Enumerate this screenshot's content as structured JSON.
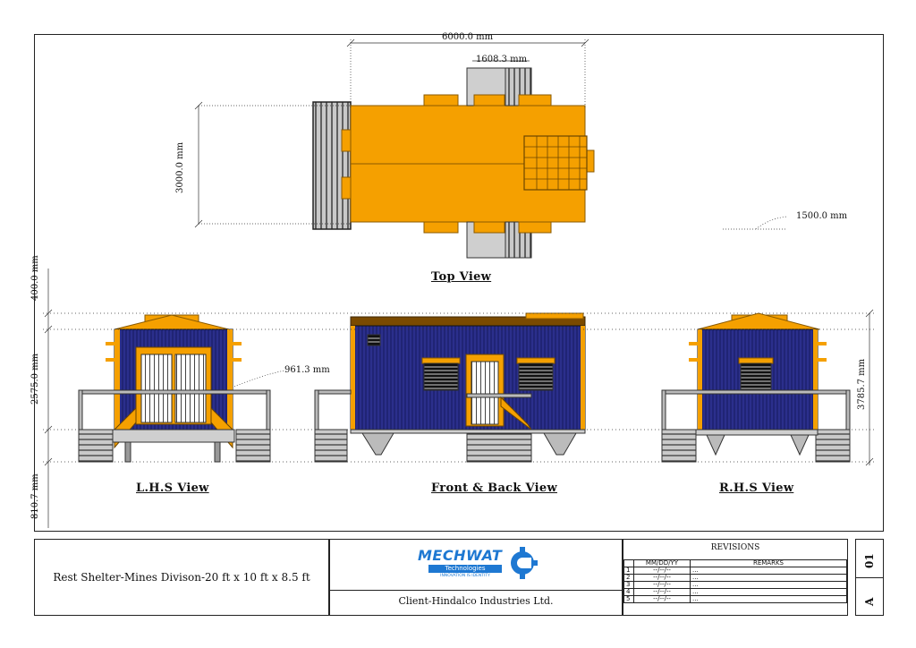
{
  "dimensions": {
    "overall_length": "6000.0 mm",
    "stair_width_top": "1608.3 mm",
    "overall_width": "3000.0 mm",
    "rhs_stair_length": "1500.0 mm",
    "roof_height": "400.0 mm",
    "wall_height": "2575.0 mm",
    "stair_depth": "961.3 mm",
    "total_height": "3785.7 mm",
    "base_height": "810.7 mm"
  },
  "views": {
    "top": "Top View",
    "lhs": "L.H.S View",
    "front_back": "Front & Back View",
    "rhs": "R.H.S View"
  },
  "title_block": {
    "title": "Rest Shelter-Mines Divison-20 ft x 10 ft x 8.5 ft",
    "logo_name": "MECHWAT",
    "logo_sub": "Technologies",
    "logo_tagline": "INNOVATION IS IDENTITY",
    "client": "Client-Hindalco Industries Ltd.",
    "revisions_heading": "REVISIONS",
    "rev_col_date": "MM/DD/YY",
    "rev_col_remarks": "REMARKS",
    "rev_rows": [
      {
        "no": "1",
        "date": "--/--/--",
        "remark": "..."
      },
      {
        "no": "2",
        "date": "--/--/--",
        "remark": "..."
      },
      {
        "no": "3",
        "date": "--/--/--",
        "remark": "..."
      },
      {
        "no": "4",
        "date": "--/--/--",
        "remark": "..."
      },
      {
        "no": "5",
        "date": "--/--/--",
        "remark": "..."
      }
    ],
    "sheet_number": "01",
    "sheet_size": "A"
  },
  "colors": {
    "container_orange": "#F5A000",
    "wall_blue": "#2B2F8C",
    "steel_grey": "#BDBDBD",
    "logo_blue": "#1E78D2"
  }
}
